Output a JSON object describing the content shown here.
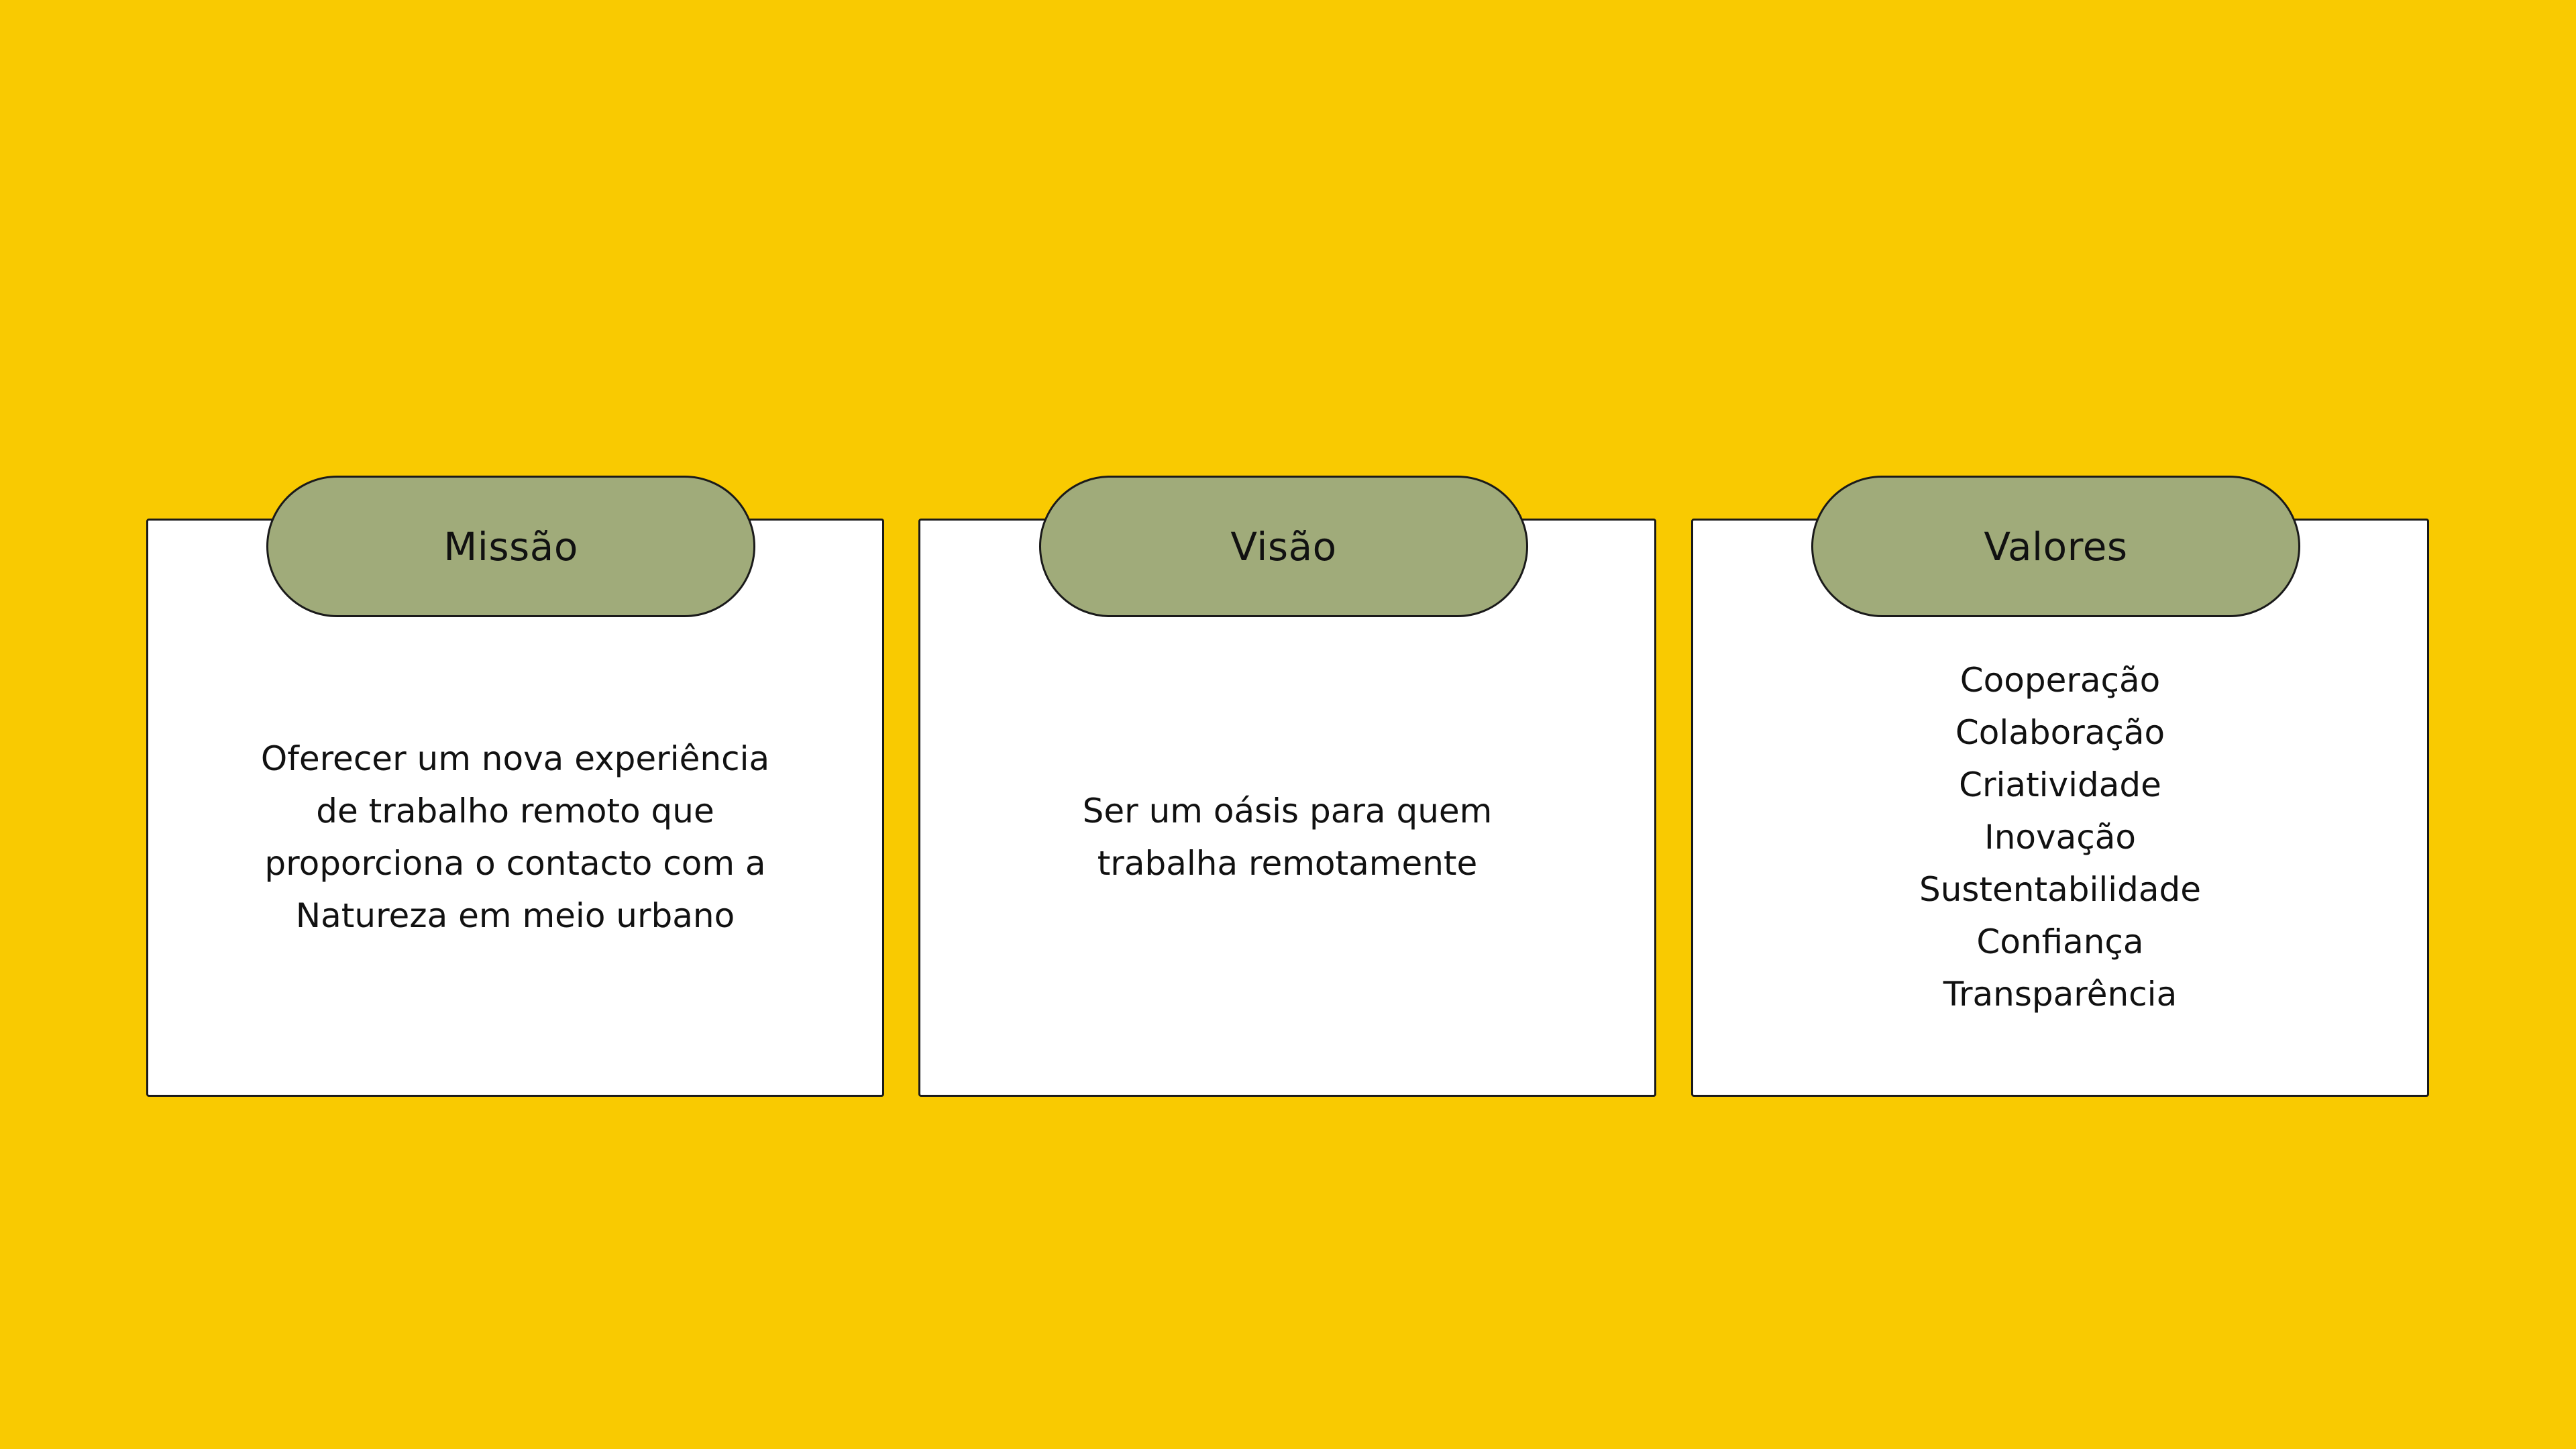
{
  "colors": {
    "background": "#f9ca01",
    "card": "#ffffff",
    "pill": "#a0ab7a",
    "border": "#1a1a1a",
    "text": "#111111"
  },
  "cards": [
    {
      "title": "Missão",
      "text": "Oferecer um nova experiência\nde trabalho remoto que\nproporciona o contacto com a\nNatureza em meio urbano"
    },
    {
      "title": "Visão",
      "text": "Ser um oásis para quem\ntrabalha remotamente"
    },
    {
      "title": "Valores",
      "items": [
        "Cooperação",
        "Colaboração",
        "Criatividade",
        "Inovação",
        "Sustentabilidade",
        "Confiança",
        "Transparência"
      ]
    }
  ]
}
